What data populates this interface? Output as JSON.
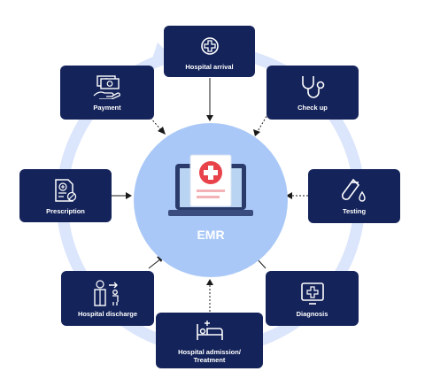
{
  "center": {
    "label": "EMR"
  },
  "nodes": [
    {
      "label": "Hospital arrival",
      "icon": "medical-cross-circle-icon"
    },
    {
      "label": "Check up",
      "icon": "stethoscope-icon"
    },
    {
      "label": "Testing",
      "icon": "test-tube-icon"
    },
    {
      "label": "Diagnosis",
      "icon": "medical-monitor-icon"
    },
    {
      "label": "Hospital admission/\nTreatment",
      "icon": "hospital-bed-icon"
    },
    {
      "label": "Hospital discharge",
      "icon": "exit-door-icon"
    },
    {
      "label": "Prescription",
      "icon": "prescription-document-icon"
    },
    {
      "label": "Payment",
      "icon": "hand-money-icon"
    }
  ],
  "colors": {
    "node_bg": "#14235a",
    "hub_bg": "#a9c8f7",
    "ring": "#dbe5fb",
    "connector": "#1a1a1a"
  }
}
